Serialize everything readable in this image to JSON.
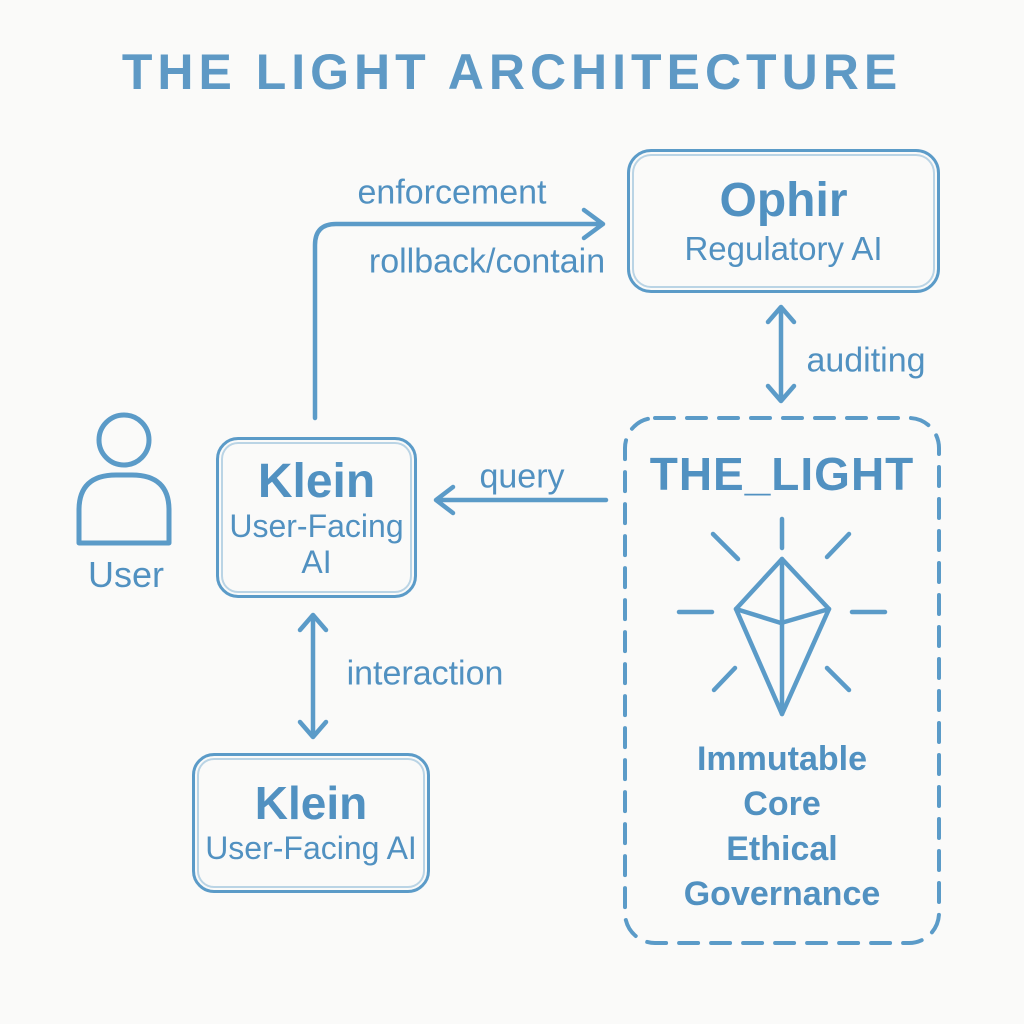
{
  "title": "THE LIGHT ARCHITECTURE",
  "colors": {
    "accent": "#5b9bc8",
    "text": "#5191c1",
    "title": "#5e99c5",
    "background": "#fafaf9"
  },
  "nodes": {
    "user": {
      "label": "User",
      "icon": "person-icon"
    },
    "klein": {
      "name": "Klein",
      "subtitle_line1": "User-Facing",
      "subtitle_line2": "AI"
    },
    "ophir": {
      "name": "Ophir",
      "subtitle": "Regulatory AI"
    },
    "klein_instance": {
      "name": "Klein",
      "subtitle": "User-Facing AI"
    },
    "the_light": {
      "name": "THE_LIGHT",
      "icon": "crystal-icon",
      "caption": [
        "Immutable",
        "Core",
        "Ethical",
        "Governance"
      ]
    }
  },
  "edges": {
    "enforcement": {
      "label_top": "enforcement",
      "label_bottom": "rollback/contain",
      "from": "Klein",
      "to": "Ophir",
      "direction": "one-way"
    },
    "auditing": {
      "label": "auditing",
      "from": "Ophir",
      "to": "THE_LIGHT",
      "direction": "two-way"
    },
    "query": {
      "label": "query",
      "from": "THE_LIGHT",
      "to": "Klein",
      "direction": "one-way"
    },
    "interaction": {
      "label": "interaction",
      "from": "Klein",
      "to": "Klein",
      "direction": "two-way"
    }
  }
}
